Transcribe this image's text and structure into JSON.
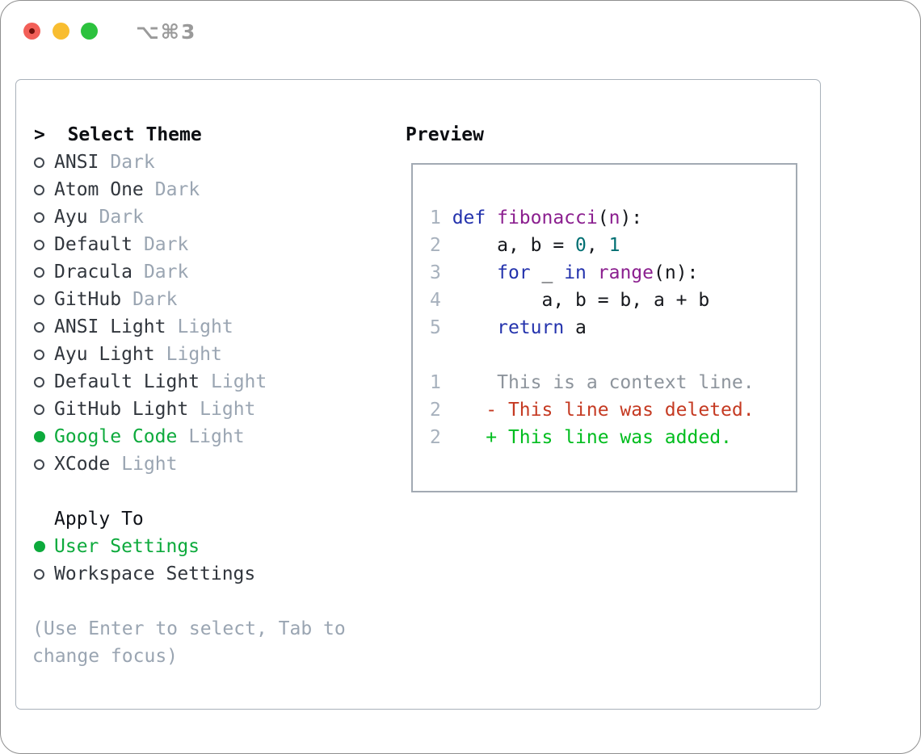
{
  "window": {
    "title": "⌥⌘3",
    "traffic_lights": [
      "close",
      "minimize",
      "zoom"
    ],
    "colors": {
      "close_red": "#f25f58",
      "minimize_yellow": "#f8bd30",
      "zoom_green": "#2cc23e"
    }
  },
  "theme_picker": {
    "header": {
      "prompt": ">",
      "label": "Select Theme"
    },
    "themes": [
      {
        "name": "ANSI",
        "variant": "Dark",
        "selected": false
      },
      {
        "name": "Atom One",
        "variant": "Dark",
        "selected": false
      },
      {
        "name": "Ayu",
        "variant": "Dark",
        "selected": false
      },
      {
        "name": "Default",
        "variant": "Dark",
        "selected": false
      },
      {
        "name": "Dracula",
        "variant": "Dark",
        "selected": false
      },
      {
        "name": "GitHub",
        "variant": "Dark",
        "selected": false
      },
      {
        "name": "ANSI Light",
        "variant": "Light",
        "selected": false
      },
      {
        "name": "Ayu Light",
        "variant": "Light",
        "selected": false
      },
      {
        "name": "Default Light",
        "variant": "Light",
        "selected": false
      },
      {
        "name": "GitHub Light",
        "variant": "Light",
        "selected": false
      },
      {
        "name": "Google Code",
        "variant": "Light",
        "selected": true
      },
      {
        "name": "XCode",
        "variant": "Light",
        "selected": false
      }
    ],
    "apply_to": {
      "label": "Apply To",
      "options": [
        {
          "name": "User Settings",
          "selected": true
        },
        {
          "name": "Workspace Settings",
          "selected": false
        }
      ]
    },
    "hint": "(Use Enter to select, Tab to change focus)"
  },
  "preview": {
    "label": "Preview",
    "code_lines": [
      {
        "num": "1",
        "tokens": [
          {
            "type": "ln",
            "text": "1 "
          },
          {
            "type": "kw",
            "text": "def "
          },
          {
            "type": "fn",
            "text": "fibonacci"
          },
          {
            "type": "pl",
            "text": "("
          },
          {
            "type": "param",
            "text": "n"
          },
          {
            "type": "pl",
            "text": "):"
          }
        ]
      },
      {
        "num": "2",
        "tokens": [
          {
            "type": "ln",
            "text": "2 "
          },
          {
            "type": "pl",
            "text": "    a, b = "
          },
          {
            "type": "num",
            "text": "0"
          },
          {
            "type": "pl",
            "text": ", "
          },
          {
            "type": "num",
            "text": "1"
          }
        ]
      },
      {
        "num": "3",
        "tokens": [
          {
            "type": "ln",
            "text": "3 "
          },
          {
            "type": "pl",
            "text": "    "
          },
          {
            "type": "kw",
            "text": "for"
          },
          {
            "type": "pl",
            "text": " _ "
          },
          {
            "type": "kw",
            "text": "in"
          },
          {
            "type": "pl",
            "text": " "
          },
          {
            "type": "fn",
            "text": "range"
          },
          {
            "type": "pl",
            "text": "(n):"
          }
        ]
      },
      {
        "num": "4",
        "tokens": [
          {
            "type": "ln",
            "text": "4 "
          },
          {
            "type": "pl",
            "text": "        a, b = b, a + b"
          }
        ]
      },
      {
        "num": "5",
        "tokens": [
          {
            "type": "ln",
            "text": "5 "
          },
          {
            "type": "pl",
            "text": "    "
          },
          {
            "type": "kw",
            "text": "return"
          },
          {
            "type": "pl",
            "text": " a"
          }
        ]
      },
      {
        "num": "",
        "tokens": []
      },
      {
        "num": "1",
        "tokens": [
          {
            "type": "ln",
            "text": "1 "
          },
          {
            "type": "ctx",
            "text": "    This is a context line."
          }
        ]
      },
      {
        "num": "2",
        "tokens": [
          {
            "type": "ln",
            "text": "2 "
          },
          {
            "type": "del",
            "text": "   - This line was deleted."
          }
        ]
      },
      {
        "num": "2",
        "tokens": [
          {
            "type": "ln",
            "text": "2 "
          },
          {
            "type": "add",
            "text": "   + This line was added."
          }
        ]
      }
    ],
    "colors": {
      "accent_green": "#0daa3c",
      "diff_added": "#00bd1e",
      "diff_deleted": "#c53a22",
      "context_gray": "#8d949c",
      "keyword_blue": "#2433ad",
      "function_purple": "#8b1f8f",
      "literal_teal": "#006f72",
      "line_number_gray": "#a7b1bd",
      "muted_gray": "#9aa5b2"
    }
  }
}
